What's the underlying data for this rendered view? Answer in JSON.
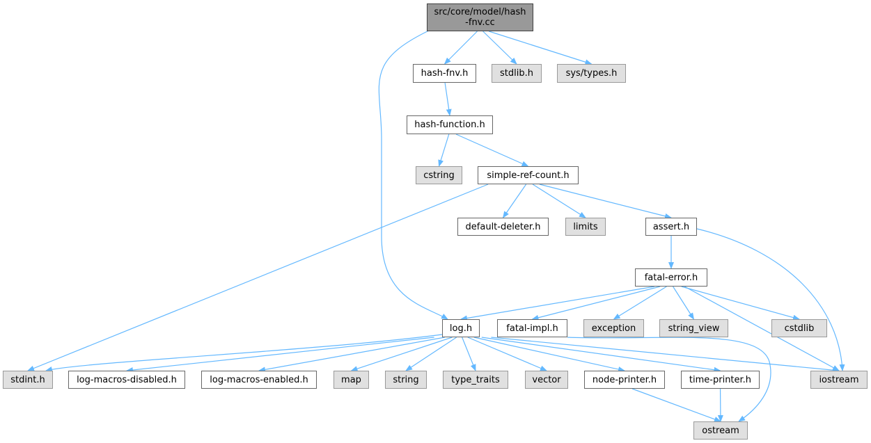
{
  "colors": {
    "edge": "#63b8ff",
    "root_fill": "#999999",
    "system_fill": "#e0e0e0",
    "node_border": "#666666"
  },
  "nodes": {
    "root": "src/core/model/hash\n-fnv.cc",
    "hash_fnv_h": "hash-fnv.h",
    "stdlib_h": "stdlib.h",
    "sys_types_h": "sys/types.h",
    "hash_function_h": "hash-function.h",
    "cstring": "cstring",
    "simple_ref_count_h": "simple-ref-count.h",
    "default_deleter_h": "default-deleter.h",
    "limits": "limits",
    "assert_h": "assert.h",
    "fatal_error_h": "fatal-error.h",
    "log_h": "log.h",
    "fatal_impl_h": "fatal-impl.h",
    "exception": "exception",
    "string_view": "string_view",
    "cstdlib": "cstdlib",
    "stdint_h": "stdint.h",
    "log_macros_disabled_h": "log-macros-disabled.h",
    "log_macros_enabled_h": "log-macros-enabled.h",
    "map": "map",
    "string": "string",
    "type_traits": "type_traits",
    "vector": "vector",
    "node_printer_h": "node-printer.h",
    "time_printer_h": "time-printer.h",
    "iostream": "iostream",
    "ostream": "ostream"
  },
  "edges": [
    [
      "root",
      "hash_fnv_h"
    ],
    [
      "root",
      "stdlib_h"
    ],
    [
      "root",
      "sys_types_h"
    ],
    [
      "root",
      "log_h"
    ],
    [
      "hash_fnv_h",
      "hash_function_h"
    ],
    [
      "hash_function_h",
      "cstring"
    ],
    [
      "hash_function_h",
      "simple_ref_count_h"
    ],
    [
      "simple_ref_count_h",
      "default_deleter_h"
    ],
    [
      "simple_ref_count_h",
      "limits"
    ],
    [
      "simple_ref_count_h",
      "assert_h"
    ],
    [
      "simple_ref_count_h",
      "stdint_h"
    ],
    [
      "assert_h",
      "fatal_error_h"
    ],
    [
      "assert_h",
      "iostream"
    ],
    [
      "fatal_error_h",
      "log_h"
    ],
    [
      "fatal_error_h",
      "fatal_impl_h"
    ],
    [
      "fatal_error_h",
      "exception"
    ],
    [
      "fatal_error_h",
      "string_view"
    ],
    [
      "fatal_error_h",
      "cstdlib"
    ],
    [
      "fatal_error_h",
      "iostream"
    ],
    [
      "fatal_impl_h",
      "ostream"
    ],
    [
      "log_h",
      "stdint_h"
    ],
    [
      "log_h",
      "log_macros_disabled_h"
    ],
    [
      "log_h",
      "log_macros_enabled_h"
    ],
    [
      "log_h",
      "map"
    ],
    [
      "log_h",
      "string"
    ],
    [
      "log_h",
      "type_traits"
    ],
    [
      "log_h",
      "vector"
    ],
    [
      "log_h",
      "node_printer_h"
    ],
    [
      "log_h",
      "time_printer_h"
    ],
    [
      "log_h",
      "iostream"
    ],
    [
      "node_printer_h",
      "ostream"
    ],
    [
      "time_printer_h",
      "ostream"
    ]
  ]
}
